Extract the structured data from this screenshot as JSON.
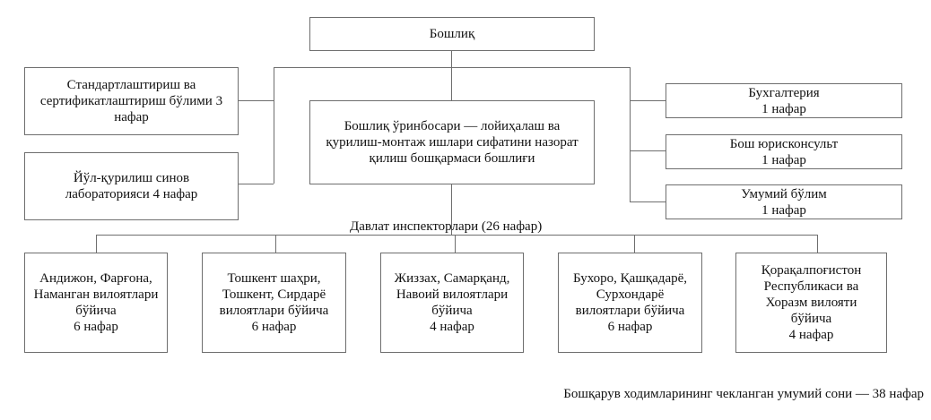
{
  "chief": {
    "label": "Бошлиқ"
  },
  "left_units": [
    {
      "label": "Стандартлаштириш ва\nсертификатлаштириш бўлими 3\nнафар"
    },
    {
      "label": "Йўл-қурилиш синов\nлабораторияси 4 нафар"
    }
  ],
  "deputy": {
    "label": "Бошлиқ ўринбосари — лойиҳалаш ва\nқурилиш-монтаж ишлари сифатини назорат\nқилиш бошқармаси бошлиғи"
  },
  "right_units": [
    {
      "label": "Бухгалтерия\n1 нафар"
    },
    {
      "label": "Бош юрисконсульт\n1 нафар"
    },
    {
      "label": "Умумий бўлим\n1 нафар"
    }
  ],
  "inspectors": {
    "title": "Давлат инспекторлари (26 нафар)",
    "groups": [
      {
        "label": "Андижон, Фарғона,\nНаманган вилоятлари\nбўйича\n6 нафар"
      },
      {
        "label": "Тошкент шаҳри,\nТошкент, Сирдарё\nвилоятлари бўйича\n6 нафар"
      },
      {
        "label": "Жиззах, Самарқанд,\nНавоий вилоятлари\nбўйича\n4 нафар"
      },
      {
        "label": "Бухоро, Қашқадарё,\nСурхондарё\nвилоятлари бўйича\n6 нафар"
      },
      {
        "label": "Қорақалпоғистон\nРеспубликаси ва\nХоразм вилояти\nбўйича\n4 нафар"
      }
    ]
  },
  "footer": {
    "note": "Бошқарув ходимларининг чекланган умумий сони — 38 нафар"
  }
}
